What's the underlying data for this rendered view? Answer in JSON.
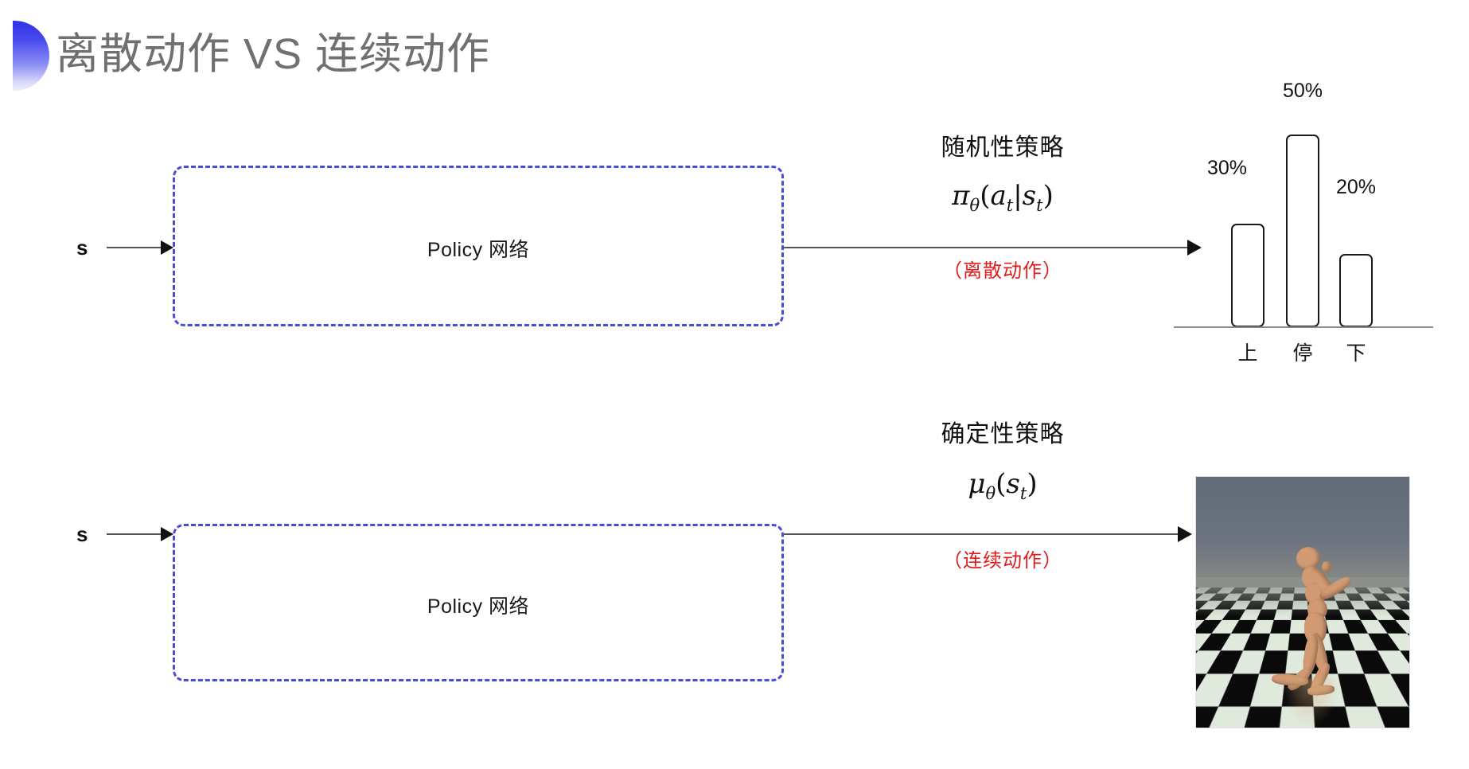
{
  "slide": {
    "title": "离散动作 VS 连续动作",
    "bullet_icon": "half-circle-bullet",
    "title_color": "#6f7072",
    "accent_color": "#2f31e8",
    "box_border_color": "#4b4bd6",
    "note_color": "#e01b1b"
  },
  "rows": {
    "discrete": {
      "input_label": "s",
      "policy_label": "Policy 网络",
      "annotation_title": "随机性策略",
      "formula": {
        "base": "π",
        "base_sub": "θ",
        "open": "(",
        "arg1": "a",
        "arg1_sub": "t",
        "bar": "|",
        "arg2": "s",
        "arg2_sub": "t",
        "close": ")",
        "plain": "π_θ(a_t|s_t)"
      },
      "note": "（离散动作）"
    },
    "continuous": {
      "input_label": "s",
      "policy_label": "Policy 网络",
      "annotation_title": "确定性策略",
      "formula": {
        "base": "μ",
        "base_sub": "θ",
        "open": "(",
        "arg1": "s",
        "arg1_sub": "t",
        "close": ")",
        "plain": "μ_θ(s_t)"
      },
      "note": "（连续动作）",
      "image_caption": "humanoid-simulation"
    }
  },
  "chart_data": {
    "type": "bar",
    "title": "",
    "categories": [
      "上",
      "停",
      "下"
    ],
    "values": [
      30,
      50,
      20
    ],
    "value_labels": [
      "30%",
      "50%",
      "20%"
    ],
    "ylabel": "",
    "xlabel": "",
    "ylim": [
      0,
      55
    ],
    "grid": false,
    "legend": "none",
    "bar_fill": "#ffffff",
    "bar_stroke": "#1a1a1a"
  }
}
